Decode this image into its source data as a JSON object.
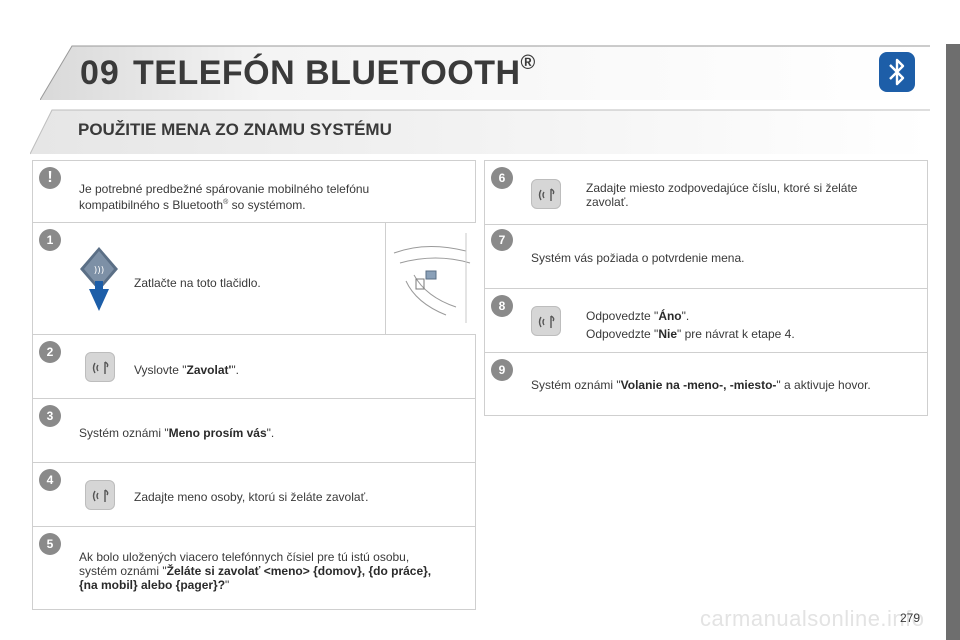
{
  "header": {
    "chapter": "09",
    "title": "TELEFÓN BLUETOOTH",
    "title_mark": "®",
    "subtitle": "POUŽITIE MENA ZO ZNAMU SYSTÉMU"
  },
  "warning": {
    "symbol": "!",
    "text_line1": "Je potrebné predbežné spárovanie mobilného telefónu",
    "text_line2_pre": "kompatibilného s Bluetooth",
    "text_line2_mark": "®",
    "text_line2_post": " so systémom."
  },
  "left_steps": [
    {
      "num": "1",
      "text": "Zatlačte na toto tlačidlo."
    },
    {
      "num": "2",
      "pre": "Vyslovte \"",
      "bold": "Zavolat'",
      "post": "\"."
    },
    {
      "num": "3",
      "pre": "Systém oznámi \"",
      "bold": "Meno prosím vás",
      "post": "\"."
    },
    {
      "num": "4",
      "text": "Zadajte meno osoby, ktorú si želáte zavolať."
    },
    {
      "num": "5",
      "line1": "Ak bolo uložených viacero telefónnych čísiel pre tú istú osobu,",
      "line2_pre": "systém oznámi \"",
      "line2_bold": "Želáte si zavolať <meno> {domov}, {do práce},",
      "line3_bold": "{na mobil} alebo {pager}?",
      "line3_post": "\""
    }
  ],
  "right_steps": [
    {
      "num": "6",
      "line1": "Zadajte miesto zodpovedajúce číslu, ktoré si želáte",
      "line2": "zavolať."
    },
    {
      "num": "7",
      "text": "Systém vás požiada o potvrdenie mena."
    },
    {
      "num": "8",
      "a_pre": "Odpovedzte \"",
      "a_bold": "Áno",
      "a_post": "\".",
      "b_pre": "Odpovedzte \"",
      "b_bold": "Nie",
      "b_post": "\" pre návrat k etape 4."
    },
    {
      "num": "9",
      "pre": "Systém oznámi \"",
      "bold": "Volanie na -meno-, -miesto-",
      "post": "\" a aktivuje hovor."
    }
  ],
  "footer": {
    "page": "279",
    "watermark": "carmanualsonline.info"
  },
  "colors": {
    "text": "#3a3a3a",
    "badge": "#8a8a8a",
    "bluetooth": "#1d5ea8",
    "arrow": "#1d5ea8",
    "border": "#cfcfcf"
  },
  "icons": {
    "voice": "voice-command-icon",
    "bluetooth": "bluetooth-icon",
    "steering": "steering-wheel-icon",
    "push": "push-button-icon"
  }
}
